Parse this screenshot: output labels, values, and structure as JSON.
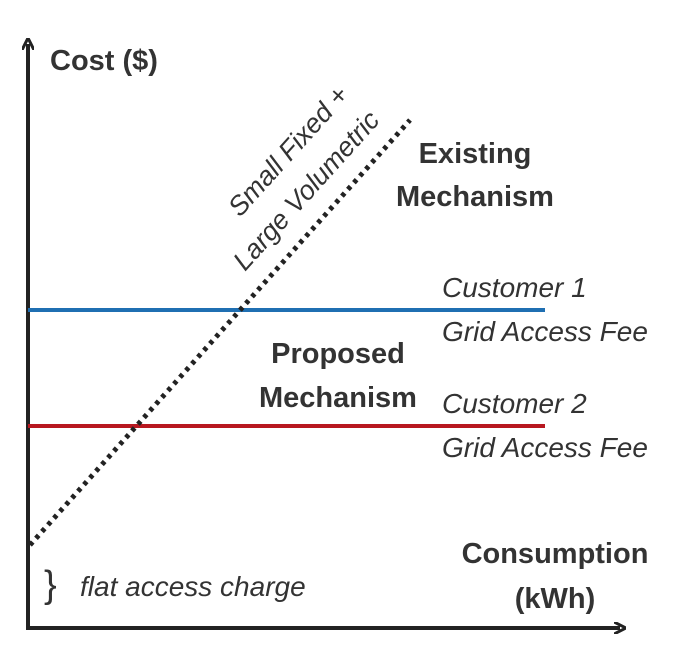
{
  "diagram": {
    "y_axis_label": "Cost ($)",
    "x_axis_label_line1": "Consumption",
    "x_axis_label_line2": "(kWh)",
    "dotted_line_label_line1": "Small Fixed +",
    "dotted_line_label_line2": "Large Volumetric",
    "existing_label_line1": "Existing",
    "existing_label_line2": "Mechanism",
    "proposed_label_line1": "Proposed",
    "proposed_label_line2": "Mechanism",
    "customer1_label_line1": "Customer 1",
    "customer1_label_line2": "Grid Access Fee",
    "customer2_label_line1": "Customer 2",
    "customer2_label_line2": "Grid Access Fee",
    "brace_symbol": "}",
    "flat_charge_label": "flat access charge",
    "colors": {
      "axis": "#222222",
      "customer1_line": "#1f6fb2",
      "customer2_line": "#b81820",
      "dotted_line": "#222222",
      "text": "#333333"
    }
  }
}
